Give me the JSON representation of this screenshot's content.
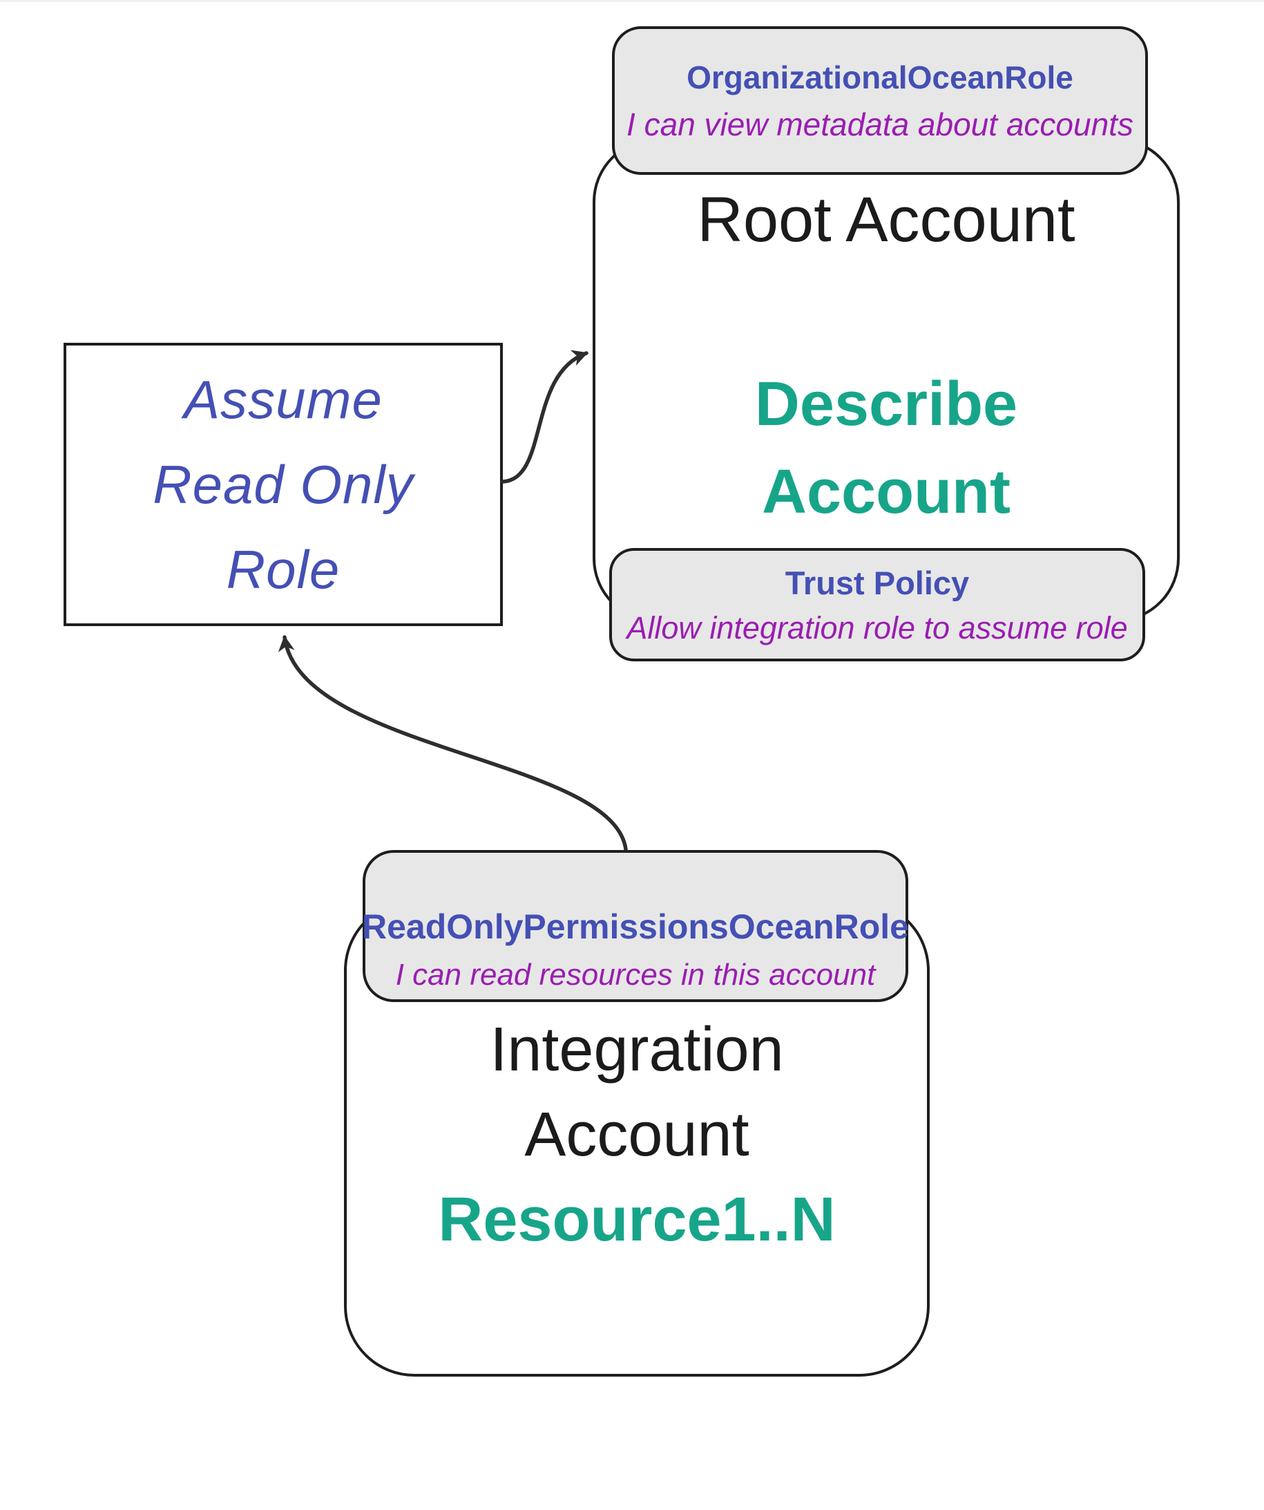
{
  "diagram": {
    "assume_role_box": {
      "lines": [
        "Assume",
        "Read Only",
        "Role"
      ]
    },
    "root_account": {
      "title": "Root Account",
      "action_lines": [
        "Describe",
        "Account"
      ],
      "role_label": {
        "title": "OrganizationalOceanRole",
        "description": "I can view metadata about accounts"
      },
      "trust_label": {
        "title": "Trust Policy",
        "description": "Allow integration role to assume role"
      }
    },
    "integration_account": {
      "title_lines": [
        "Integration",
        "Account"
      ],
      "resources": "Resource1..N",
      "role_label": {
        "title": "ReadOnlyPermissionsOceanRole",
        "description": "I can read resources in this account"
      }
    },
    "colors": {
      "role_name_blue": "#4450b4",
      "description_purple": "#9a1db1",
      "action_teal": "#17a58a",
      "label_background": "#e7e7e7",
      "border_dark": "#1e1e1e",
      "arrow_dark": "#2e2e2e",
      "text_black": "#1b1b1b",
      "canvas_background": "#ffffff"
    }
  }
}
